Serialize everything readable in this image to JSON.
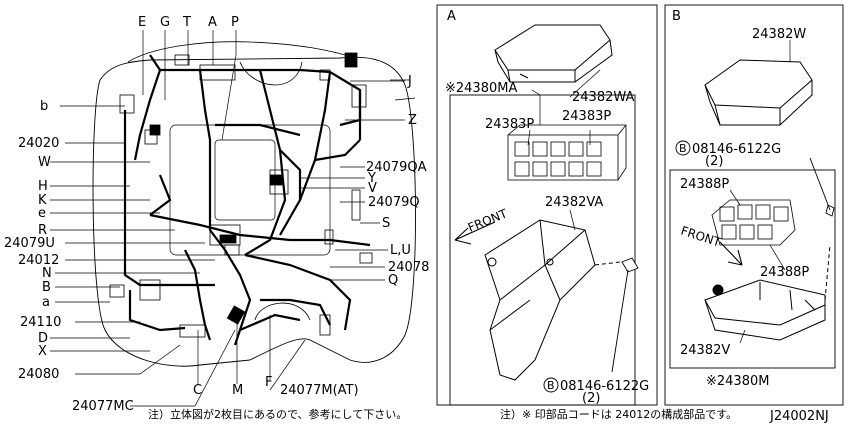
{
  "panels": {
    "A": {
      "label": "A"
    },
    "B": {
      "label": "B"
    }
  },
  "main_labels": {
    "E": "E",
    "G": "G",
    "T": "T",
    "A": "A",
    "P": "P",
    "b": "b",
    "n24020": "24020",
    "W": "W",
    "H": "H",
    "K": "K",
    "e": "e",
    "R": "R",
    "n24079U": "24079U",
    "n24012": "24012",
    "N": "N",
    "B": "B",
    "a": "a",
    "n24110": "24110",
    "D": "D",
    "X": "X",
    "n24080": "24080",
    "n24077MC": "24077MC",
    "C": "C",
    "M": "M",
    "F": "F",
    "n24077MAT": "24077M(AT)",
    "J": "J",
    "Z": "Z",
    "n24079QA": "24079QA",
    "Y": "Y",
    "V": "V",
    "n24079Q": "24079Q",
    "S": "S",
    "LU": "L,U",
    "n24078": "24078",
    "Q": "Q"
  },
  "panel_a_labels": {
    "n24380MA": "※24380MA",
    "n24382WA": "24382WA",
    "n24383P_left": "24383P",
    "n24383P_right": "24383P",
    "n24382VA": "24382VA",
    "front": "FRONT",
    "bolt_circle": "B",
    "bolt_part": "08146-6122G",
    "bolt_qty": "(2)"
  },
  "panel_b_labels": {
    "n24382W": "24382W",
    "bolt_circle": "B",
    "bolt_part": "08146-6122G",
    "bolt_qty": "(2)",
    "n24388P_top": "24388P",
    "n24388P_bottom": "24388P",
    "front": "FRONT",
    "n24382V": "24382V",
    "n24380M": "※24380M"
  },
  "footnotes": {
    "note_left": "注）立体図が2枚目にあるので、参考にして下さい。",
    "note_right": "注）※ 印部品コードは 24012の構成部品です。",
    "diagram_code": "J24002NJ"
  }
}
